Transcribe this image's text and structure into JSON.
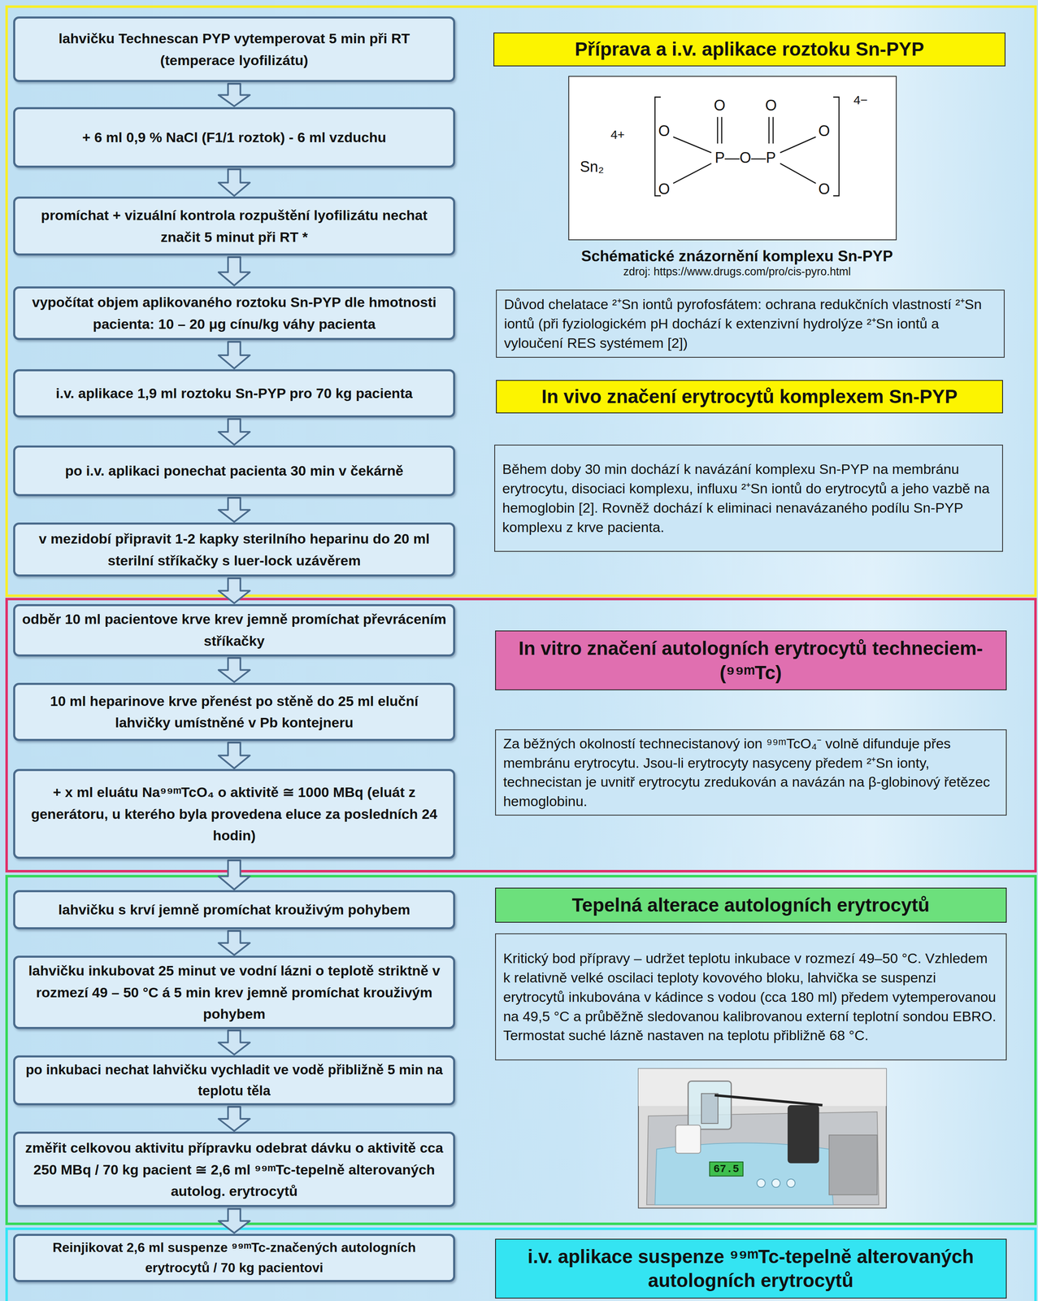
{
  "diagram": {
    "nodes": [
      {
        "text": [
          "lahvičku Technescan PYP vytemperovat 5 min při RT (temperace lyofilizátu)"
        ]
      },
      {
        "text": [
          "+ 6 ml 0,9 % NaCl (F1/1 roztok) - 6 ml vzduchu"
        ]
      },
      {
        "text": [
          "promíchat + vizuální kontrola rozpuštění lyofilizátu nechat značit 5 minut při RT *"
        ]
      },
      {
        "text": [
          "vypočítat objem aplikovaného roztoku Sn-PYP dle hmotnosti pacienta: 10 – 20 μg cínu/kg váhy pacienta"
        ]
      },
      {
        "text": [
          "i.v. aplikace 1,9 ml roztoku Sn-PYP pro 70 kg pacienta"
        ]
      },
      {
        "text": [
          "po i.v. aplikaci ponechat pacienta 30 min v čekárně"
        ]
      },
      {
        "text": [
          "v mezidobí připravit 1-2 kapky sterilního heparinu do 20 ml sterilní stříkačky s luer-lock uzávěrem"
        ]
      },
      {
        "text": [
          "odběr 10 ml pacientove krve krev jemně promíchat převrácením stříkačky"
        ]
      },
      {
        "text": [
          "10 ml heparinove krve přenést po stěně do 25 ml eluční lahvičky umístněné v Pb kontejneru"
        ]
      },
      {
        "text": [
          "+ x ml eluátu Na⁹⁹ᵐTcO₄ o aktivitě ≅ 1000 MBq (eluát z generátoru, u kterého byla provedena eluce za posledních 24 hodin)"
        ]
      },
      {
        "text": [
          "lahvičku s krví jemně promíchat krouživým pohybem"
        ]
      },
      {
        "text": [
          "lahvičku inkubovat 25 minut ve vodní lázni o teplotě striktně v rozmezí 49 – 50 °C á 5 min krev jemně promíchat krouživým pohybem"
        ]
      },
      {
        "text": [
          "po inkubaci nechat lahvičku vychladit ve vodě přibližně 5 min na teplotu těla"
        ]
      },
      {
        "text": [
          "změřit celkovou aktivitu přípravku odebrat dávku o aktivitě cca 250 MBq / 70 kg pacient ≅ 2,6 ml ⁹⁹ᵐTc-tepelně alterovaných autolog. erytrocytů"
        ]
      },
      {
        "text": [
          "Reinjikovat 2,6 ml suspenze ⁹⁹ᵐTc-značených autologních erytrocytů / 70 kg pacientovi"
        ]
      },
      {
        "text": [
          "Příprava a i.v. aplikace roztoku Sn-PYP"
        ]
      },
      {
        "text": [
          "Důvod chelatace ²⁺Sn iontů pyrofosfátem: ochrana redukčních vlastností ²⁺Sn iontů (při fyziologickém pH dochází k extenzivní hydrolýze ²⁺Sn iontů a vyloučení RES systémem [2])"
        ]
      },
      {
        "text": [
          "In vivo značení erytrocytů komplexem Sn-PYP"
        ]
      },
      {
        "text": [
          "Během doby 30 min dochází k navázání komplexu Sn-PYP na membránu erytrocytu, disociaci komplexu, influxu ²⁺Sn iontů do erytrocytů a jeho vazbě na hemoglobin [2]. Rovněž dochází k eliminaci nenavázaného podílu Sn-PYP komplexu z krve pacienta."
        ]
      },
      {
        "text": [
          "In vitro značení autologních erytrocytů techneciem-(⁹⁹ᵐTc)"
        ]
      },
      {
        "text": [
          "Za běžných okolností technecistanový ion ⁹⁹ᵐTcO₄⁻ volně difunduje přes membránu erytrocytu. Jsou-li erytrocyty nasyceny předem ²⁺Sn ionty, technecistan je uvnitř erytrocytu zredukován a navázán na β-globinový řetězec hemoglobinu."
        ]
      },
      {
        "text": [
          "Tepelná alterace autologních erytrocytů"
        ]
      },
      {
        "text": [
          "Kritický bod přípravy – udržet teplotu inkubace v rozmezí 49–50 °C. Vzhledem k relativně velké oscilaci teploty kovového bloku, lahvička se suspenzi erytrocytů inkubována v kádince s vodou (cca 180 ml) předem vytemperovanou na 49,5 °C a průběžně sledovanou kalibrovanou externí teplotní sondou EBRO. Termostat suché lázně nastaven na teplotu přibližně 68 °C."
        ]
      },
      {
        "text": [
          "i.v. aplikace suspenze ⁹⁹ᵐTc-tepelně alterovaných autologních erytrocytů"
        ]
      }
    ],
    "edges": [
      {
        "from": 0,
        "to": 1,
        "arrow": "to"
      },
      {
        "from": 1,
        "to": 2,
        "arrow": "to"
      },
      {
        "from": 2,
        "to": 3,
        "arrow": "to"
      },
      {
        "from": 3,
        "to": 4,
        "arrow": "to"
      },
      {
        "from": 4,
        "to": 5,
        "arrow": "to"
      },
      {
        "from": 5,
        "to": 6,
        "arrow": "to"
      },
      {
        "from": 6,
        "to": 7,
        "arrow": "to"
      },
      {
        "from": 7,
        "to": 8,
        "arrow": "to"
      },
      {
        "from": 8,
        "to": 9,
        "arrow": "to"
      },
      {
        "from": 9,
        "to": 10,
        "arrow": "to"
      },
      {
        "from": 10,
        "to": 11,
        "arrow": "to"
      },
      {
        "from": 11,
        "to": 12,
        "arrow": "to"
      },
      {
        "from": 12,
        "to": 13,
        "arrow": "to"
      },
      {
        "from": 13,
        "to": 14,
        "arrow": "to"
      }
    ],
    "labels": [
      "O",
      "O",
      "4−",
      "4+",
      "O",
      "O",
      "Sn₂",
      "P—O—P",
      "O",
      "O",
      "Schématické znázornění komplexu Sn-PYP",
      "zdroj: https://www.drugs.com/pro/cis-pyro.html",
      "67.5"
    ]
  }
}
